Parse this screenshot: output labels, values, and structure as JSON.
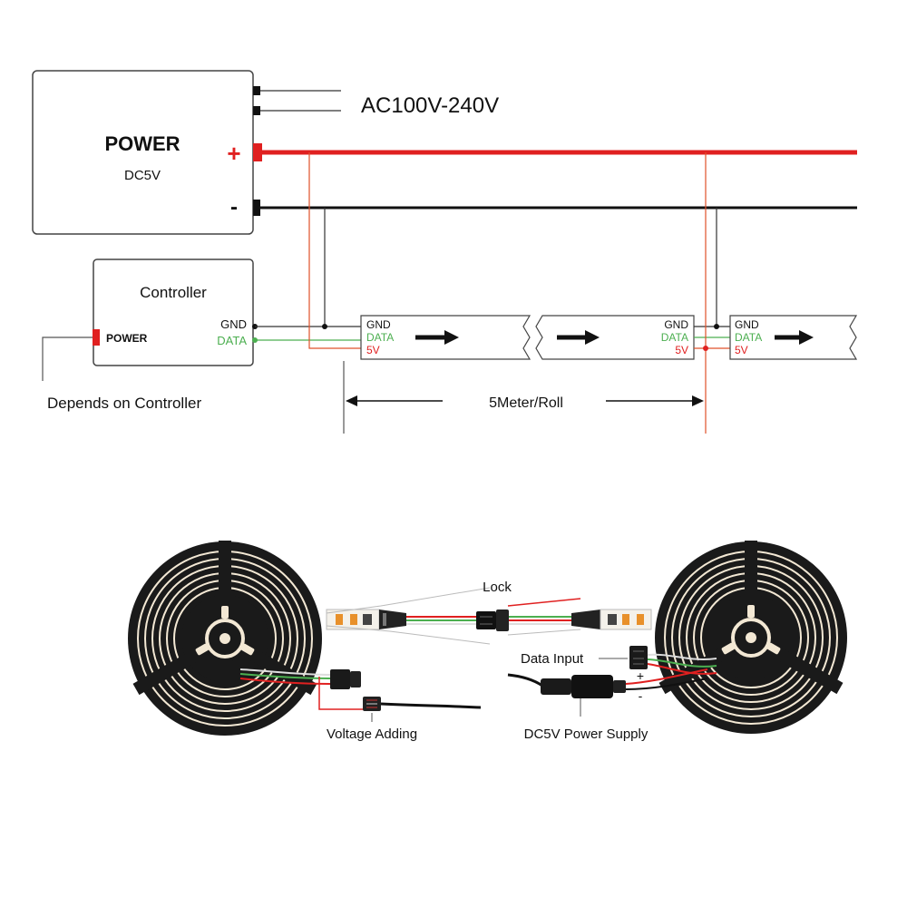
{
  "power": {
    "title": "POWER",
    "voltage": "DC5V",
    "plus_symbol": "+",
    "minus_symbol": "-",
    "ac_input": "AC100V-240V"
  },
  "controller": {
    "title": "Controller",
    "power_label": "POWER",
    "gnd_label": "GND",
    "data_label": "DATA",
    "note": "Depends on Controller"
  },
  "strip": {
    "gnd_label": "GND",
    "data_label": "DATA",
    "v5_label": "5V",
    "length_label": "5Meter/Roll"
  },
  "photo": {
    "lock_label": "Lock",
    "data_input_label": "Data Input",
    "voltage_adding_label": "Voltage Adding",
    "power_supply_label": "DC5V Power Supply",
    "plus_symbol": "+",
    "minus_symbol": "-"
  },
  "colors": {
    "positive_wire": "#e02020",
    "ground_wire": "#111111",
    "data_wire": "#4caf50",
    "thin_red": "#e0502a",
    "reel": "#1a1a1a",
    "led_warm": "#f3e8d4"
  }
}
